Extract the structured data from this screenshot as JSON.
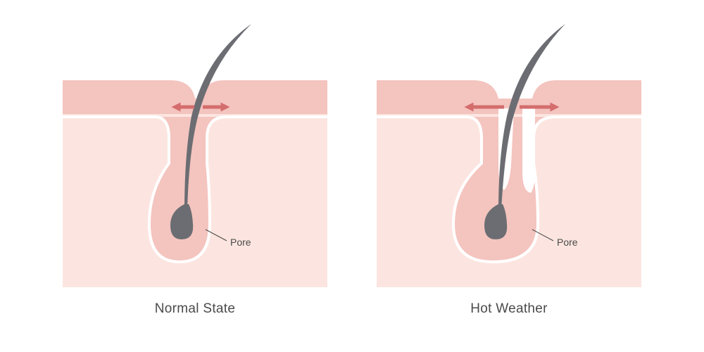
{
  "panels": [
    {
      "id": "normal",
      "title": "Normal State",
      "callout": "Pore"
    },
    {
      "id": "hot",
      "title": "Hot Weather",
      "callout": "Pore"
    }
  ],
  "colors": {
    "epidermis": "#f4c4bf",
    "dermis": "#fce5e0",
    "follicle": "#f4c4bf",
    "outline": "#ffffff",
    "hair": "#6b6d72",
    "arrow": "#d46d6d",
    "text": "#4a4a4a"
  }
}
